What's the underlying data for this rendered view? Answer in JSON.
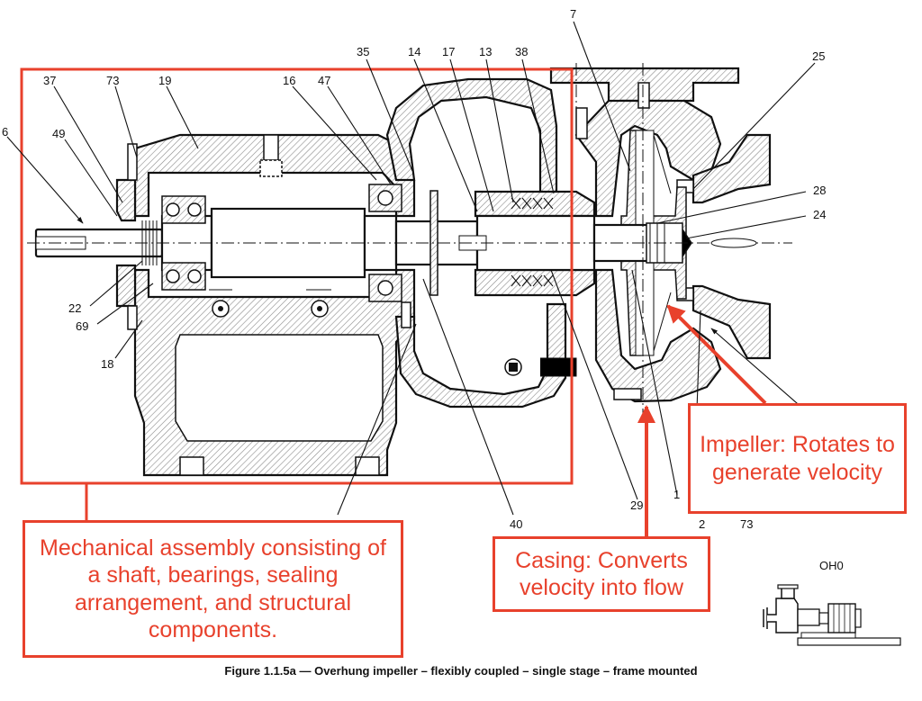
{
  "caption": "Figure 1.1.5a — Overhung impeller – flexibly coupled – single stage – frame mounted",
  "icon_label": "OH0",
  "callouts": {
    "mechanical": "Mechanical assembly consisting of a shaft, bearings, sealing arrangement, and structural components.",
    "casing": "Casing: Converts velocity into flow",
    "impeller": "Impeller: Rotates to generate velocity"
  },
  "part_numbers": {
    "p7": "7",
    "p25": "25",
    "p35": "35",
    "p14": "14",
    "p17": "17",
    "p13": "13",
    "p38": "38",
    "p37": "37",
    "p73_top": "73",
    "p19": "19",
    "p16": "16",
    "p47": "47",
    "p6": "6",
    "p49": "49",
    "p28": "28",
    "p24": "24",
    "p22": "22",
    "p69": "69",
    "p18": "18",
    "p29": "29",
    "p1": "1",
    "p2": "2",
    "p73_bottom": "73",
    "p40": "40"
  },
  "colors": {
    "accent": "#e8412c",
    "ink": "#111111",
    "hatch": "#9a9a9a"
  }
}
